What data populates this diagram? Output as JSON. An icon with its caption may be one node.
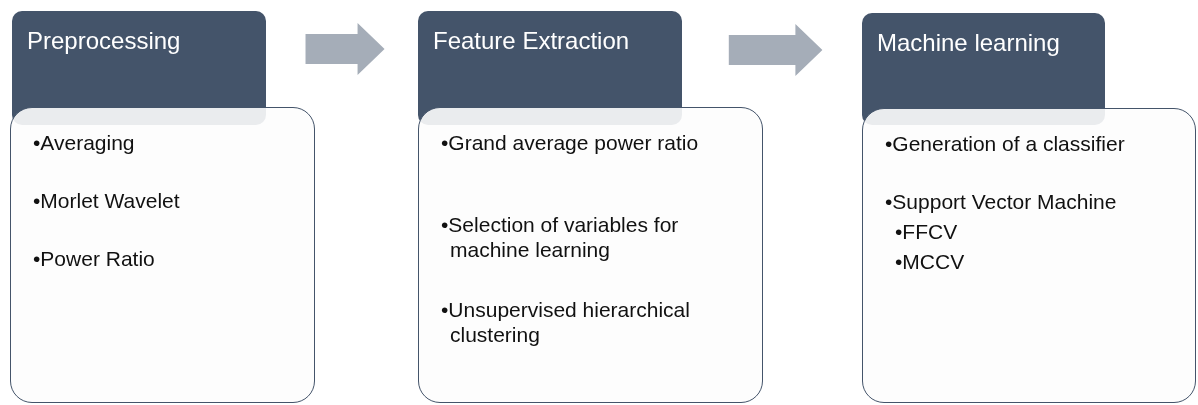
{
  "diagram": {
    "nodes": [
      {
        "text": [
          "Preprocessing"
        ]
      },
      {
        "text": [
          "•Averaging",
          "•Morlet Wavelet",
          "•Power Ratio"
        ]
      },
      {
        "text": [
          "Feature Extraction"
        ]
      },
      {
        "text": [
          "•Grand average power ratio",
          "•Selection of variables for machine learning",
          "•Unsupervised hierarchical clustering"
        ]
      },
      {
        "text": [
          "Machine learning"
        ]
      },
      {
        "text": [
          "•Generation of a classifier",
          "•Support Vector Machine",
          "•FFCV",
          "•MCCV"
        ]
      }
    ],
    "edges": [
      {
        "from": 0,
        "to": 2,
        "arrow": "to"
      },
      {
        "from": 2,
        "to": 4,
        "arrow": "to"
      }
    ]
  }
}
